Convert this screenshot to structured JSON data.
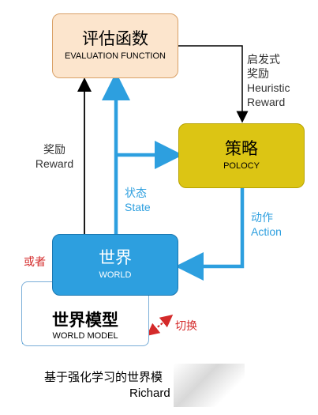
{
  "eval_box": {
    "cn": "评估函数",
    "en": "EVALUATION FUNCTION"
  },
  "strategy_box": {
    "cn": "策略",
    "en": "POLOCY"
  },
  "world_box": {
    "cn": "世界",
    "en": "WORLD"
  },
  "world_model_box": {
    "cn": "世界模型",
    "en": "WORLD MODEL"
  },
  "labels": {
    "heuristic_cn1": "启发式",
    "heuristic_cn2": "奖励",
    "heuristic_en1": "Heuristic",
    "heuristic_en2": "Reward",
    "reward_cn": "奖励",
    "reward_en": "Reward",
    "state_cn": "状态",
    "state_en": "State",
    "action_cn": "动作",
    "action_en": "Action",
    "or": "或者",
    "switch": "切换"
  },
  "caption": {
    "line1": "基于强化学习的世界模",
    "line2": "Richard"
  },
  "colors": {
    "blue": "#2d9fdf",
    "gold": "#dcc514",
    "peach": "#fce5cd",
    "red": "#d42a2a"
  }
}
